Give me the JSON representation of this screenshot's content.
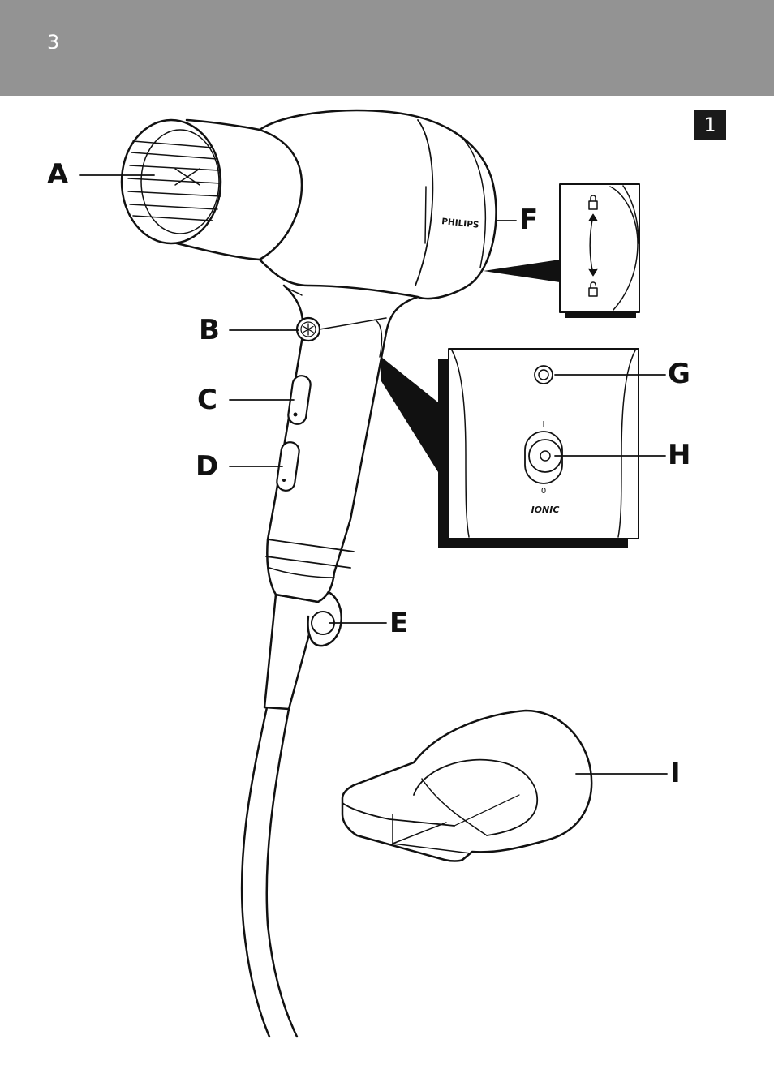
{
  "page": {
    "number": "3",
    "figure_number": "1",
    "header_color": "#939393"
  },
  "product": {
    "brand": "PHILIPS",
    "ionic_label": "IONIC",
    "switch_on_mark": "I",
    "switch_off_mark": "0"
  },
  "callouts": {
    "a": "A",
    "b": "B",
    "c": "C",
    "d": "D",
    "e": "E",
    "f": "F",
    "g": "G",
    "h": "H",
    "i": "I"
  }
}
